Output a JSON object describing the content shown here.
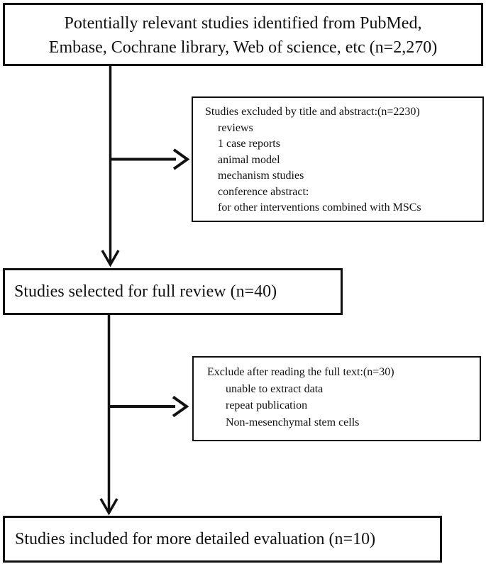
{
  "figure": {
    "type": "study-selection-flow-diagram",
    "colors": {
      "border": "#111111",
      "text": "#111111",
      "background": "#ffffff"
    },
    "boxes": {
      "identified": {
        "lines": [
          "Potentially relevant studies identified from PubMed,",
          "Embase, Cochrane library, Web of science, etc (n=2,270)"
        ]
      },
      "excluded_title_abstract": {
        "title": "Studies excluded by title and abstract:(n=2230)",
        "items": [
          "reviews",
          "1 case reports",
          "animal model",
          "mechanism studies",
          "conference abstract:",
          "for other interventions combined with MSCs"
        ]
      },
      "full_review": {
        "text": "Studies selected for full review (n=40)"
      },
      "excluded_full_text": {
        "title": "Exclude after reading the full text:(n=30)",
        "items": [
          "unable to extract data",
          "repeat publication",
          "Non-mesenchymal stem cells"
        ]
      },
      "included": {
        "text": "Studies included for more detailed evaluation (n=10)"
      }
    }
  }
}
